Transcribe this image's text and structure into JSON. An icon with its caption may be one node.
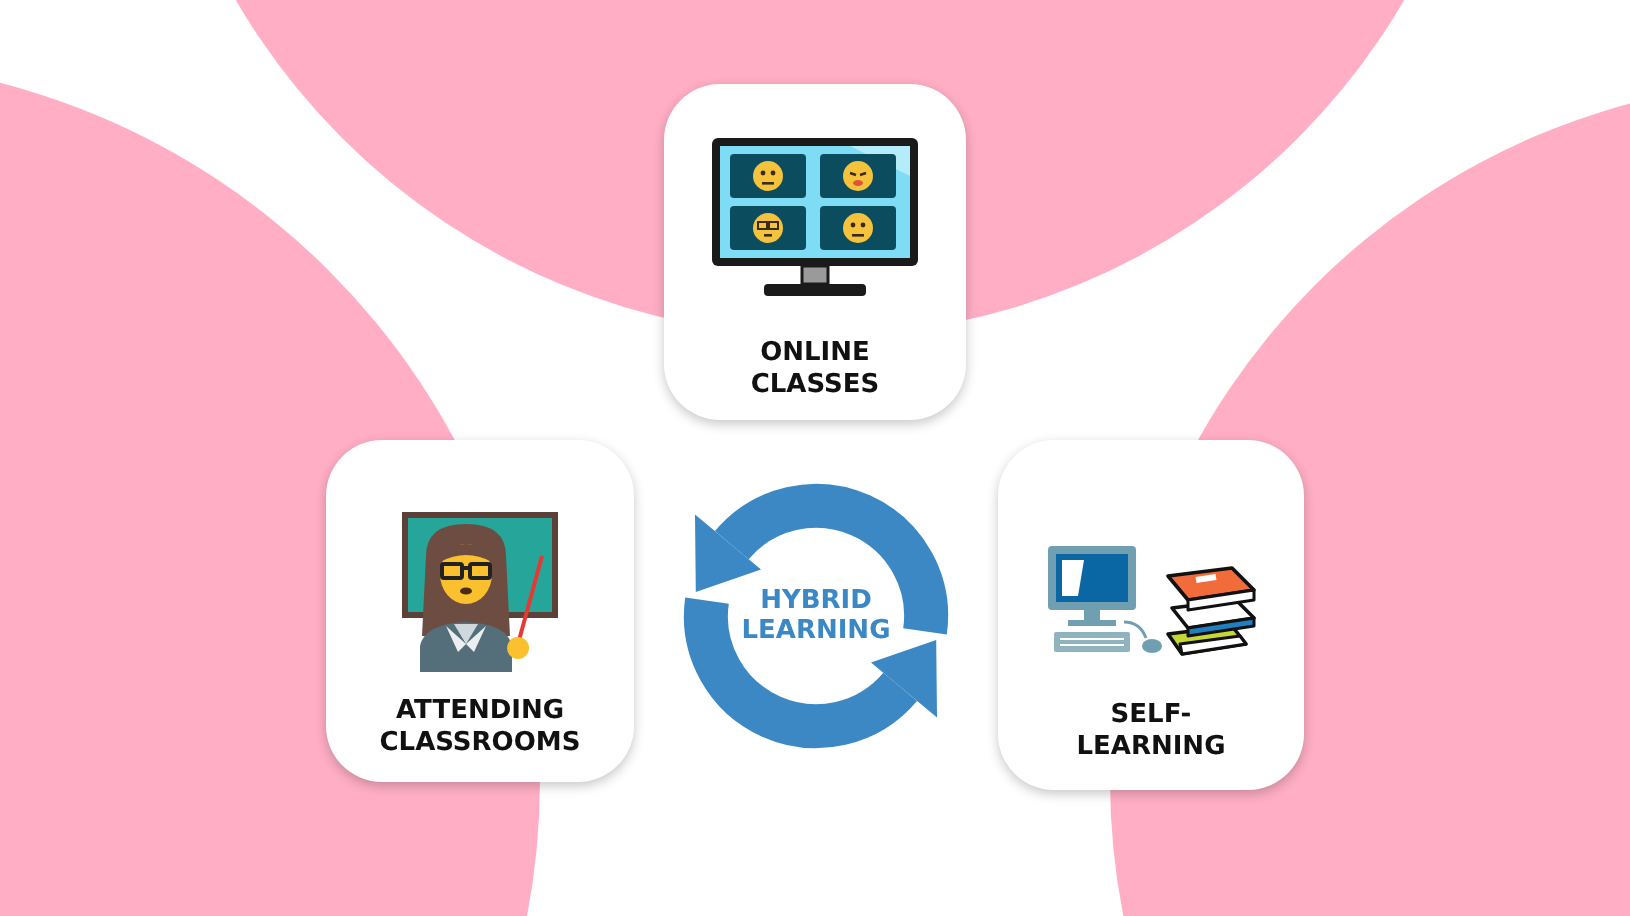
{
  "diagram": {
    "nodes": [
      {
        "text": [
          "ONLINE CLASSES"
        ]
      },
      {
        "text": [
          "ATTENDING CLASSROOMS"
        ]
      },
      {
        "text": [
          "HYBRID LEARNING"
        ]
      },
      {
        "text": [
          "SELF- LEARNING"
        ]
      }
    ]
  }
}
